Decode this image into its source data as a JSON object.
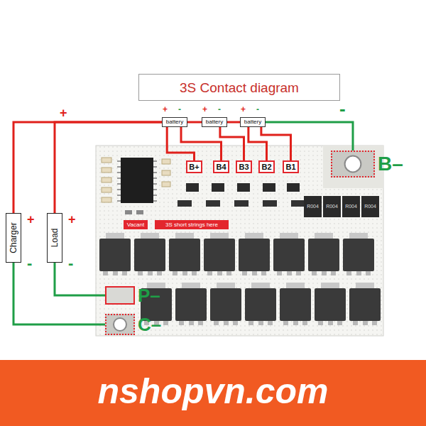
{
  "diagram": {
    "title": "3S Contact diagram",
    "nodes": [
      {
        "text": [
          "battery"
        ]
      },
      {
        "text": [
          "battery"
        ]
      },
      {
        "text": [
          "battery"
        ]
      },
      {
        "text": [
          "B+"
        ]
      },
      {
        "text": [
          "B4"
        ]
      },
      {
        "text": [
          "B3"
        ]
      },
      {
        "text": [
          "B2"
        ]
      },
      {
        "text": [
          "B1"
        ]
      },
      {
        "text": [
          "B–"
        ]
      },
      {
        "text": [
          "Charger"
        ]
      },
      {
        "text": [
          "Load"
        ]
      },
      {
        "text": [
          "Vacant"
        ]
      },
      {
        "text": [
          "3S short strings here"
        ]
      },
      {
        "text": [
          "P–"
        ]
      },
      {
        "text": [
          "C–"
        ]
      }
    ],
    "edges": [
      {
        "from": 9,
        "to": 0,
        "arrow": "none"
      },
      {
        "from": 10,
        "to": 0,
        "arrow": "none"
      },
      {
        "from": 0,
        "to": 1,
        "arrow": "none"
      },
      {
        "from": 1,
        "to": 2,
        "arrow": "none"
      },
      {
        "from": 0,
        "to": 3,
        "arrow": "none"
      },
      {
        "from": 0,
        "to": 4,
        "arrow": "none"
      },
      {
        "from": 1,
        "to": 5,
        "arrow": "none"
      },
      {
        "from": 2,
        "to": 6,
        "arrow": "none"
      },
      {
        "from": 2,
        "to": 7,
        "arrow": "none"
      },
      {
        "from": 2,
        "to": 8,
        "arrow": "none"
      },
      {
        "from": 10,
        "to": 13,
        "arrow": "none"
      },
      {
        "from": 9,
        "to": 14,
        "arrow": "none"
      }
    ],
    "labels": [
      "+",
      "-",
      "+",
      "-",
      "+",
      "-",
      "+",
      "-",
      "+",
      "-",
      "+",
      "-",
      "R004",
      "R004",
      "R004",
      "R004",
      "nshopvn.com"
    ]
  }
}
